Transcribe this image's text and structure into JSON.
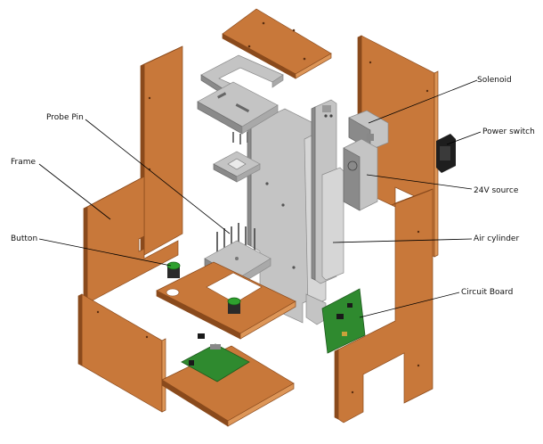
{
  "diagram": {
    "labels": {
      "probe_pin": "Probe Pin",
      "frame": "Frame",
      "button": "Button",
      "solenoid": "Solenoid",
      "power_switch": "Power switch",
      "source_24v": "24V source",
      "air_cylinder": "Air cylinder",
      "circuit_board": "Circuit Board"
    },
    "colors": {
      "wood": "#c8783a",
      "wood_dark": "#8a4a1c",
      "wood_light": "#dd9658",
      "metal": "#c4c4c4",
      "metal_dark": "#8a8a8a",
      "pcb": "#2f8a2f",
      "pcb_dark": "#1d5a1d",
      "button_green": "#2ea02e",
      "leader": "#000000"
    }
  }
}
